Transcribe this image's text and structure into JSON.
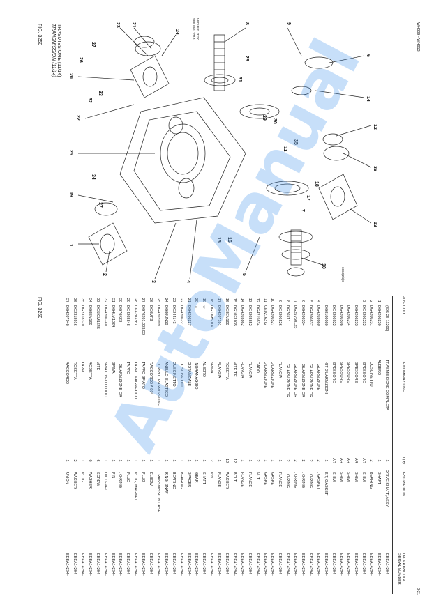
{
  "figure_left": "FIG. 3250",
  "figure_right": "FIG. 3250",
  "title_it": "TRASMISSIONE (11/14)",
  "title_en": "TRANSMISSION (11/14)",
  "footer_left": "WH609 - WH613",
  "footer_right": "3-21",
  "drawing_code": "6063(2/2)0",
  "watermark": "AutoManual",
  "drawing_note_it": "VEDI FIG. 3210",
  "drawing_note_en": "SEE FIG. 3210",
  "table": {
    "headers": {
      "pos": "POS.",
      "cod": "COD.",
      "den": "DENOMINAZIONE",
      "qty": "Q.ty",
      "desc": "DESCRIPTION",
      "serial": "DA MATRICOLA SERIAL NUMBER"
    },
    "rows": [
      {
        "pos": "",
        "cod": "(395-25-11200)",
        "den": "TRASMISSIONE COMPLETA",
        "qty": "1",
        "desc": "DRIVE SHAFT, ASSY.",
        "serial": "EBEA14294-"
      },
      {
        "pos": "1",
        "cod": "DG4206230",
        "den": "ALBERO",
        "qty": "1",
        "desc": ". SHAFT",
        "serial": "EBEA14294-"
      },
      {
        "pos": "2",
        "cod": "DG4206231",
        "den": ". CUSCINETTO",
        "qty": "2",
        "desc": ". BEARING",
        "serial": "EBEA14294-"
      },
      {
        "pos": "3",
        "cod": "DG4206232",
        "den": ". SPESSORE",
        "qty": "AR",
        "desc": ". SHIM",
        "serial": "EBEA14294-"
      },
      {
        "pos": "",
        "cod": "DG4206233",
        "den": ". SPESSORE",
        "qty": "AR",
        "desc": ". SHIM",
        "serial": "EBEA14294-"
      },
      {
        "pos": "",
        "cod": "DG4206234",
        "den": ". SPESSORE",
        "qty": "AR",
        "desc": ". SHIM",
        "serial": "EBEA14294-"
      },
      {
        "pos": "",
        "cod": "DG4206508",
        "den": ". SPESSORE",
        "qty": "AR",
        "desc": ". SHIM",
        "serial": "EBEA14294-"
      },
      {
        "pos": "",
        "cod": "DG4206922",
        "den": ". SPESSORE",
        "qty": "AR",
        "desc": ". SHIM",
        "serial": "EBEA14294-"
      },
      {
        "pos": "",
        "cod": "DG8100080",
        "den": ". KIT GUARNIZIONI",
        "qty": "1",
        "desc": ". KIT, GASKET",
        "serial": "EBEA14294-"
      },
      {
        "pos": "4",
        "cod": "DG4203660",
        "den": ". . GUARNIZIONE",
        "qty": "2",
        "desc": ". . GASKET",
        "serial": "EBEA14294-"
      },
      {
        "pos": "5",
        "cod": "DG4206637",
        "den": ". . GUARNIZIONE OR",
        "qty": "2",
        "desc": ". . O-RING",
        "serial": "EBEA14294-"
      },
      {
        "pos": "6",
        "cod": "DG4206334",
        "den": ". . GUARNIZIONE OR",
        "qty": "2",
        "desc": ". . O-RING",
        "serial": "EBEA14294-"
      },
      {
        "pos": "7",
        "cod": "DG25V60125",
        "den": ". . GUARNIZIONE OR",
        "qty": "2",
        "desc": ". . O-RING",
        "serial": "EBEA14294-"
      },
      {
        "pos": "8",
        "cod": "DG76K11",
        "den": ". . GUARNIZIONE OR",
        "qty": "2",
        "desc": ". . O-RING",
        "serial": "EBEA14294-"
      },
      {
        "pos": "9",
        "cod": "DG4206526",
        "den": ". FLANGIA",
        "qty": "1",
        "desc": ". FLANGE",
        "serial": "EBEA14294-"
      },
      {
        "pos": "10",
        "cod": "DG4206527",
        "den": ". GUARNIZIONE",
        "qty": "1",
        "desc": ". GASKET",
        "serial": "EBEA14294-"
      },
      {
        "pos": "11",
        "cod": "CK0216372",
        "den": ". GUARNIZIONE",
        "qty": "1",
        "desc": ". GASKET",
        "serial": "EBEA14294-"
      },
      {
        "pos": "12",
        "cod": "DG4215634",
        "den": ". DADO",
        "qty": "2",
        "desc": ". NUT",
        "serial": "EBEA14294-"
      },
      {
        "pos": "13",
        "cod": "DG4203852",
        "den": ". FLANGIA",
        "qty": "1",
        "desc": ". FLANGE",
        "serial": "EBEA14294-"
      },
      {
        "pos": "14",
        "cod": "DG4203862",
        "den": ". FLANGIA",
        "qty": "1",
        "desc": ". FLANGE",
        "serial": "EBEA14294-"
      },
      {
        "pos": "15",
        "cod": "DG10F1035",
        "den": ". VITE T.E.",
        "qty": "12",
        "desc": ". BOLT",
        "serial": "EBEA14294-"
      },
      {
        "pos": "16",
        "cod": "DG8EM100",
        "den": ". ROSETTA",
        "qty": "12",
        "desc": ". WASHER",
        "serial": "EBEA14294-"
      },
      {
        "pos": "17",
        "cod": "DG4207101",
        "den": ". FLANGIA",
        "qty": "1",
        "desc": ". FLANGE",
        "serial": "EBEA14294-"
      },
      {
        "pos": "18",
        "cod": "DG1JM5014",
        "den": ". SPINA",
        "qty": "2",
        "desc": ". PIN",
        "serial": "EBEA14294-"
      },
      {
        "pos": "19",
        "cod": "☆",
        "den": ". ALBERO",
        "qty": "1",
        "desc": ". SHAFT",
        "serial": "EBEA14294-"
      },
      {
        "pos": "20",
        "cod": "☆",
        "den": ". INGRANAGGIO",
        "qty": "1",
        "desc": ". GEAR",
        "serial": "EBEA14294-"
      },
      {
        "pos": "21",
        "cod": "DG4206227",
        "den": ". DISTANZIALE",
        "qty": "1",
        "desc": ". SPACER",
        "serial": "EBEA14294-"
      },
      {
        "pos": "22",
        "cod": "DG4206221",
        "den": ". CUSCINETTO",
        "qty": "1",
        "desc": ". BEARING",
        "serial": "EBEA14294-"
      },
      {
        "pos": "23",
        "cod": "DG244143",
        "den": ". CUSCINETTO",
        "qty": "1",
        "desc": ". BEARING",
        "serial": "EBEA14294-"
      },
      {
        "pos": "24",
        "cod": "DG80UN50",
        "den": ". ANELLO ELASTICO",
        "qty": "1",
        "desc": ". RING, SNAP",
        "serial": "EBEA14294-"
      },
      {
        "pos": "25",
        "cod": "DG4207099",
        "den": ". CORPO TRASMISSIONE",
        "qty": "1",
        "desc": ". TRANSMISSION CASE",
        "serial": "EBEA14294-"
      },
      {
        "pos": "26",
        "cod": "DG0MF3",
        "den": ". RACCORDO A 90°",
        "qty": "1",
        "desc": ". ELBOW",
        "serial": "EBEA14294-"
      },
      {
        "pos": "27",
        "cod": "DG70201.003.03",
        "den": ". TAPPO SFIATO",
        "qty": "1",
        "desc": ". PLUG",
        "serial": "EBEA14294-"
      },
      {
        "pos": "28",
        "cod": "CK4203367",
        "den": ". TAPPO MAGNETICO",
        "qty": "1",
        "desc": ". PLUG, MAGNET",
        "serial": "EBEA14294-"
      },
      {
        "pos": "29",
        "cod": "DG4203848",
        "den": ". TAPPO",
        "qty": "1",
        "desc": ". PLUG",
        "serial": "EBEA14294-"
      },
      {
        "pos": "30",
        "cod": "DG76K23",
        "den": ". . GUARNIZIONE OR",
        "qty": "1",
        "desc": ". . O-RING",
        "serial": "EBEA14294-"
      },
      {
        "pos": "31",
        "cod": "DG4LM1024",
        "den": ". SPINA",
        "qty": "1",
        "desc": ". PIN",
        "serial": "EBEA14294-"
      },
      {
        "pos": "32",
        "cod": "DG4206740",
        "den": ". SPIA LIVELLO OLIO",
        "qty": "1",
        "desc": ". OIL LEVEL",
        "serial": "EBEA14294-"
      },
      {
        "pos": "33",
        "cod": "DG5IGM1645",
        "den": ". VITE",
        "qty": "6",
        "desc": ". SCREW",
        "serial": "EBEA14294-"
      },
      {
        "pos": "34",
        "cod": "DG8EM160",
        "den": ". ROSETTA",
        "qty": "6",
        "desc": ". WASHER",
        "serial": "EBEA14294-"
      },
      {
        "pos": "35",
        "cod": "DG2318370",
        "den": ". TAPPO",
        "qty": "1",
        "desc": ". PLUG",
        "serial": "EBEA14294-"
      },
      {
        "pos": "36",
        "cod": "DG2318916",
        "den": ". ROSETTA",
        "qty": "2",
        "desc": ". WASHER",
        "serial": "EBEA14294-"
      },
      {
        "pos": "37",
        "cod": "DG4207948",
        "den": ". RACCORDO",
        "qty": "1",
        "desc": ". UNION",
        "serial": "EBEA14294-"
      }
    ]
  },
  "callouts": [
    "1",
    "2",
    "3",
    "4",
    "5",
    "6",
    "7",
    "8",
    "9",
    "10",
    "11",
    "12",
    "13",
    "14",
    "15",
    "16",
    "17",
    "18",
    "19",
    "20",
    "21",
    "22",
    "23",
    "24",
    "25",
    "26",
    "27",
    "28",
    "29",
    "30",
    "31",
    "32",
    "33",
    "34",
    "35",
    "36",
    "37"
  ]
}
